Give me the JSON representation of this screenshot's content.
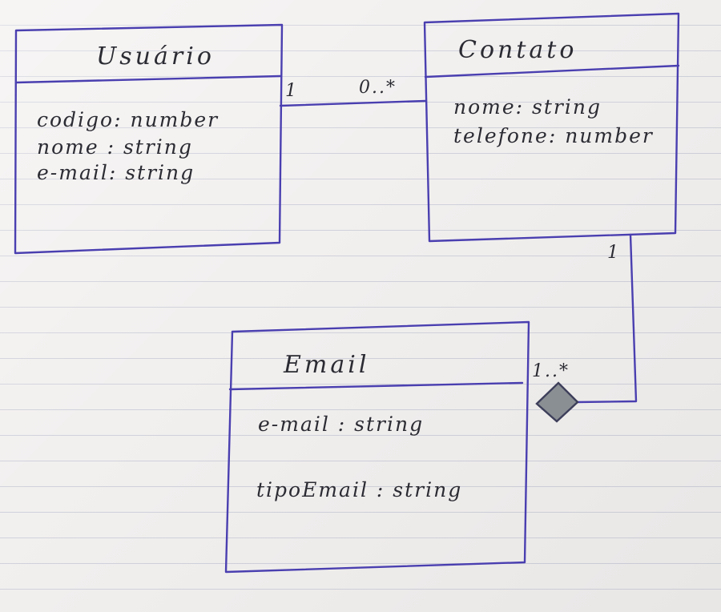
{
  "diagram": {
    "classes": {
      "usuario": {
        "name": "Usuário",
        "attributes": [
          "codigo: number",
          "nome : string",
          "e-mail: string"
        ]
      },
      "contato": {
        "name": "Contato",
        "attributes": [
          "nome: string",
          "telefone: number"
        ]
      },
      "email": {
        "name": "Email",
        "attributes": [
          "e-mail : string",
          "tipoEmail : string"
        ]
      }
    },
    "associations": {
      "usuario_contato": {
        "from_multiplicity": "1",
        "to_multiplicity": "0..*"
      },
      "contato_email": {
        "from_multiplicity": "1",
        "to_multiplicity": "1..*",
        "kind": "composition"
      }
    },
    "colors": {
      "ink": "#4a3fb0",
      "pencil": "#2b2b33",
      "paper": "#f2f0ef",
      "rule_line": "#7882aa"
    }
  }
}
